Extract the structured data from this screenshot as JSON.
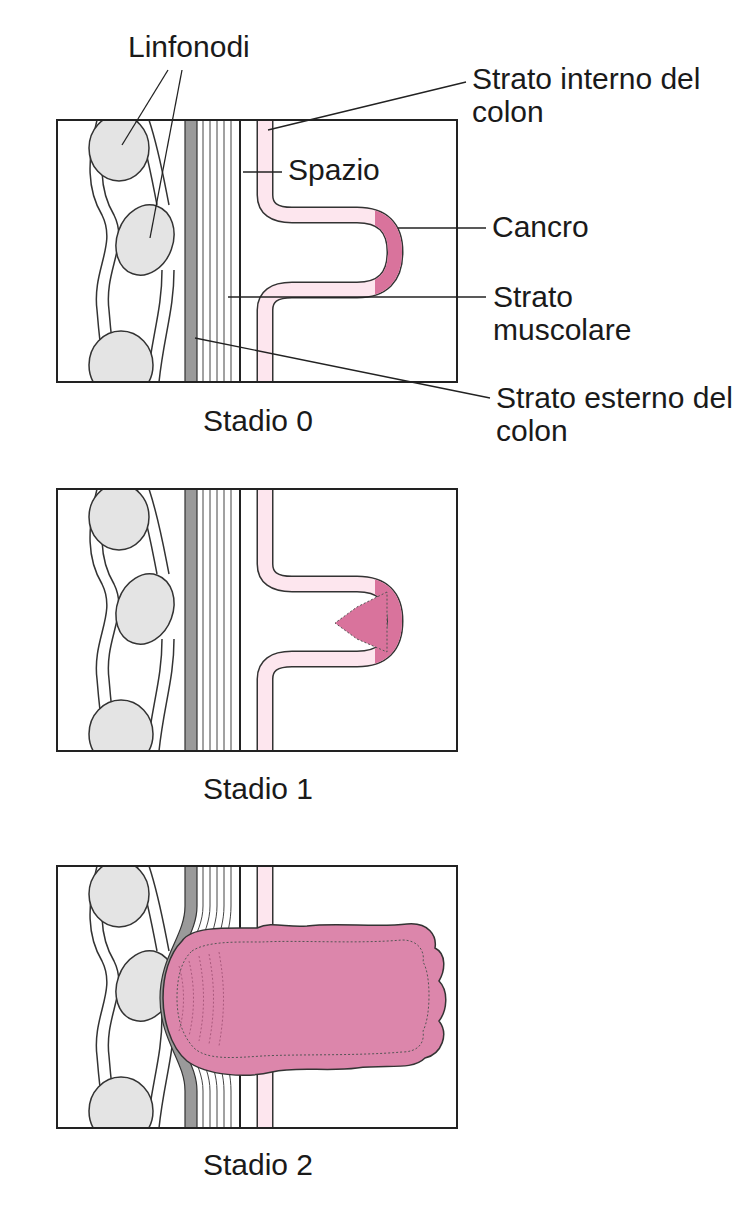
{
  "diagram": {
    "labels": [
      "Linfonodi",
      "Strato interno del colon",
      "Spazio",
      "Cancro",
      "Strato muscolare",
      "Strato esterno del colon",
      "Stadio 0",
      "Stadio 1",
      "Stadio 2"
    ]
  }
}
